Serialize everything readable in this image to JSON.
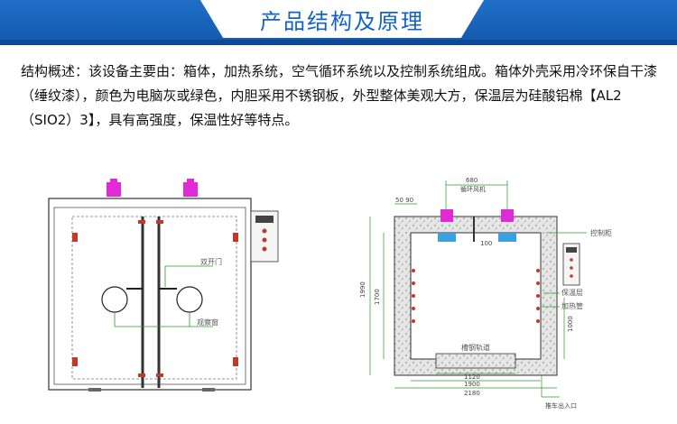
{
  "header": {
    "title": "产品结构及原理"
  },
  "description": "结构概述：该设备主要由：箱体，加热系统，空气循环系统以及控制系统组成。箱体外壳采用冷环保自干漆（缍纹漆），颜色为电脑灰或绿色，内胆采用不锈钢板，外型整体美观大方，保温层为硅酸铝棉【AL2（SIO2）3】，具有高强度，保温性好等特点。",
  "colors": {
    "header_blue": "#1359ad",
    "title_blue": "#1362c8",
    "fan_magenta": "#e02ad6",
    "fan_blue": "#3aa0e0",
    "dim_green": "#2a9a2a"
  },
  "front_view": {
    "label_door": "双开门",
    "label_window": "观察窗"
  },
  "section_view": {
    "label_control": "控制柜",
    "label_insulation": "保温层",
    "label_heater": "加热管",
    "label_rail": "槽钢轨道",
    "label_bottom": "推车出入口",
    "label_fan": "循环风机",
    "dim_top": "680",
    "dim_left": "50 90",
    "dim_center": "100",
    "dim_height_outer": "1990",
    "dim_height_inner": "1700",
    "dim_right": "1000",
    "dim_inner_w": "1120",
    "dim_mid_w": "1900",
    "dim_outer_w": "2180"
  }
}
